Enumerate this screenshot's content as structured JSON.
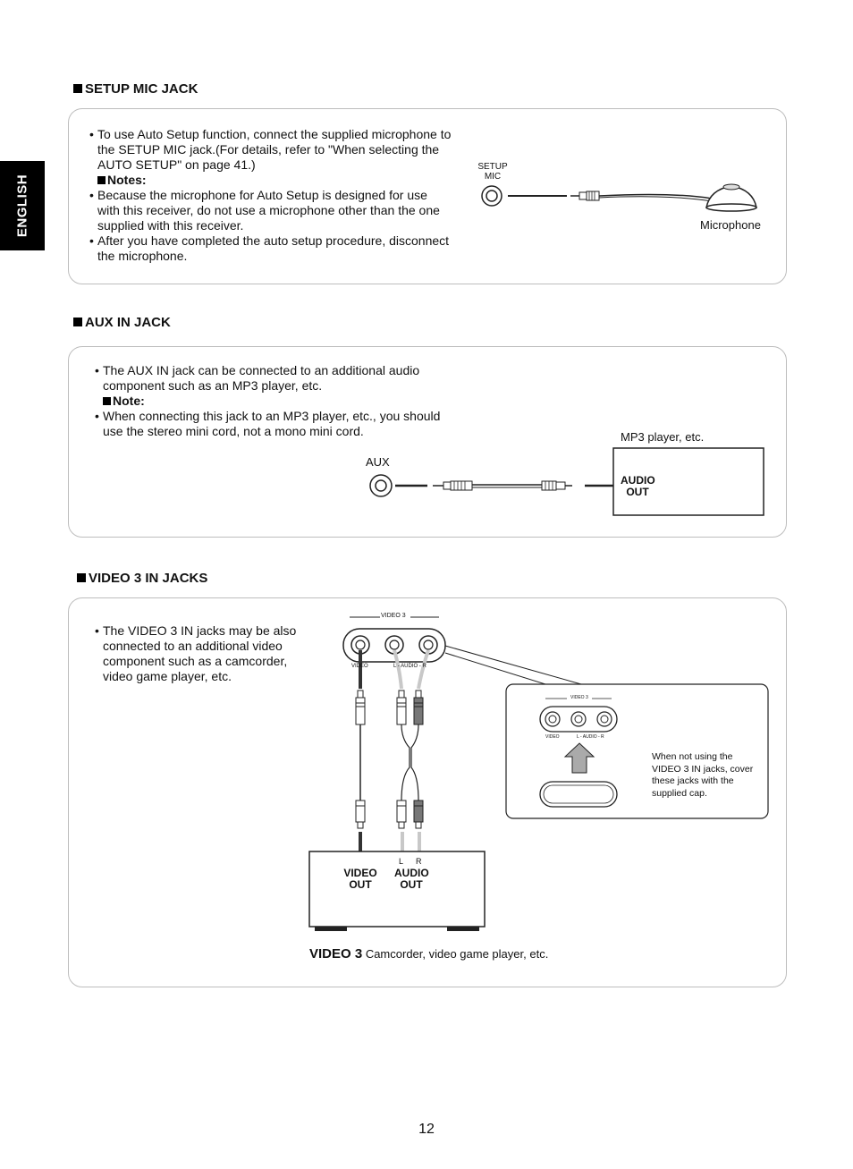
{
  "side_tab": "ENGLISH",
  "setup_mic": {
    "heading": "SETUP MIC JACK",
    "bullet1": "To use Auto Setup function, connect the supplied microphone to the SETUP MIC jack.(For details, refer to \"When selecting the AUTO  SETUP\" on page 41.)",
    "note_label": "Notes:",
    "bullet2": "Because the microphone for Auto Setup is designed for use with this receiver, do not use a microphone other than the one supplied with this receiver.",
    "bullet3": "After you have completed the auto setup procedure, disconnect the microphone.",
    "jack_label_line1": "SETUP",
    "jack_label_line2": "MIC",
    "microphone_label": "Microphone"
  },
  "aux_in": {
    "heading": "AUX IN JACK",
    "bullet1": "The AUX IN jack can be connected to an additional audio component such as an MP3 player, etc.",
    "note_label": "Note:",
    "bullet2": "When connecting this jack to an MP3 player, etc., you should use the stereo mini cord, not a mono mini cord.",
    "jack_label": "AUX",
    "device_label": "MP3 player, etc.",
    "device_out_line1": "AUDIO",
    "device_out_line2": "OUT"
  },
  "video3": {
    "heading": "VIDEO 3 IN JACKS",
    "bullet1": "The VIDEO 3 IN jacks may be also connected to an additional video component such as a camcorder, video game player, etc.",
    "panel_title": "VIDEO 3",
    "panel_video_label": "VIDEO",
    "panel_audio_label": "L - AUDIO - R",
    "device_video_out_line1": "VIDEO",
    "device_video_out_line2": "OUT",
    "device_audio_out_line1": "AUDIO",
    "device_audio_out_line2": "OUT",
    "device_l": "L",
    "device_r": "R",
    "device_name": "VIDEO 3",
    "device_desc": "Camcorder, video game player, etc.",
    "cap_note": "When not using the VIDEO 3 IN jacks, cover these jacks with the supplied cap."
  },
  "page_number": "12"
}
